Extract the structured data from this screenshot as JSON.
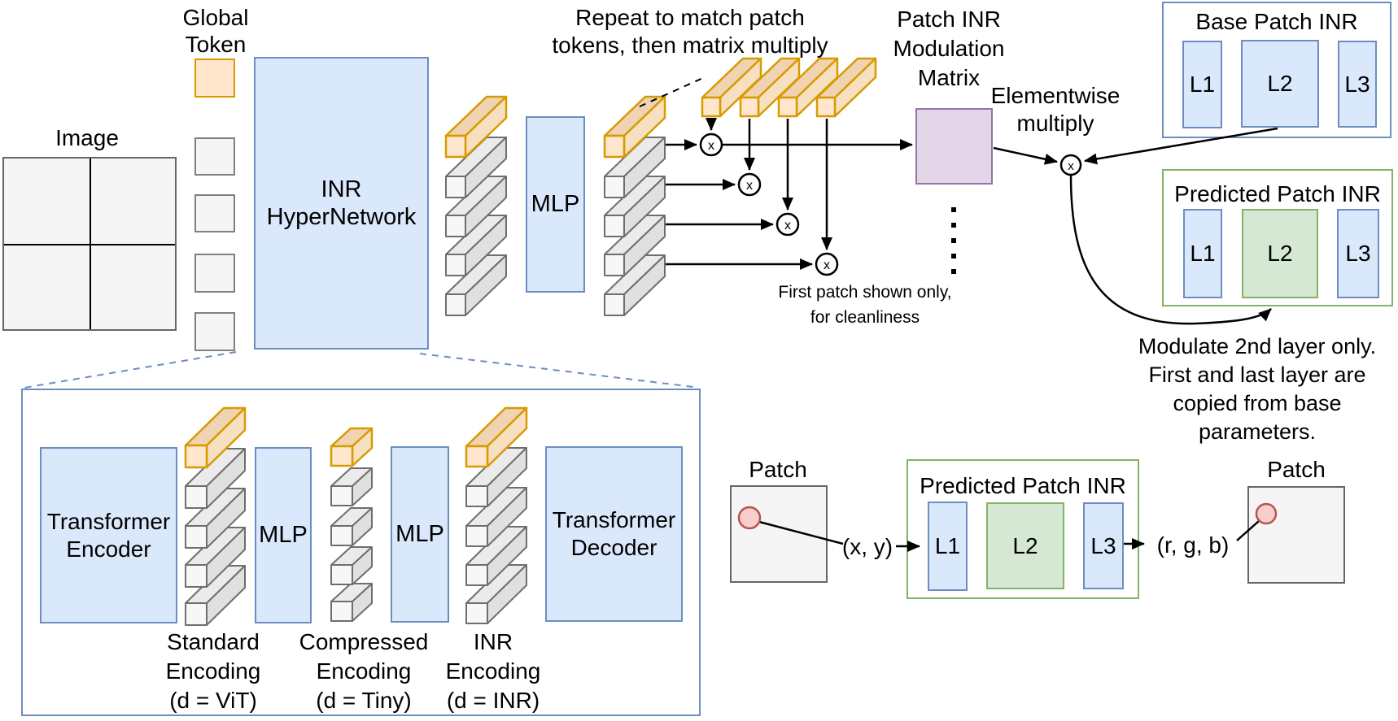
{
  "colors": {
    "blue_fill": "#dae8fc",
    "blue_stroke": "#6c8ebf",
    "orange_fill": "#ffe6cc",
    "orange_top": "#efd3b2",
    "orange_side": "#f7e0c2",
    "orange_stroke": "#d79b00",
    "purple_fill": "#e1d5e7",
    "purple_stroke": "#9673a6",
    "green_fill": "#d5e8d4",
    "green_stroke": "#82b366",
    "gray_fill": "#f5f5f5",
    "gray_token_front": "#f7f7f7",
    "gray_token_top": "#ebebeb",
    "gray_token_side": "#e0e0e0",
    "gray_token_stroke": "#6e6e6e",
    "red_fill": "#f8cecc",
    "red_stroke": "#b85450",
    "line_black": "#000000"
  },
  "top": {
    "global_token_label_line1": "Global",
    "global_token_label_line2": "Token",
    "image_label": "Image",
    "hypernetwork_line1": "INR",
    "hypernetwork_line2": "HyperNetwork",
    "mlp_label": "MLP",
    "repeat_note_line1": "Repeat to match patch",
    "repeat_note_line2": "tokens, then matrix multiply",
    "modulation_title_line1": "Patch INR",
    "modulation_title_line2": "Modulation",
    "modulation_title_line3": "Matrix",
    "elementwise_line1": "Elementwise",
    "elementwise_line2": "multiply",
    "first_patch_note_line1": "First patch shown only,",
    "first_patch_note_line2": "for cleanliness",
    "multiply_symbol": "x"
  },
  "base_patch_inr": {
    "title": "Base Patch INR",
    "layers": [
      "L1",
      "L2",
      "L3"
    ]
  },
  "predicted_patch_inr": {
    "title": "Predicted Patch INR",
    "layers": [
      "L1",
      "L2",
      "L3"
    ]
  },
  "modulate_note": {
    "line1": "Modulate 2nd layer only.",
    "line2": "First and last layer are",
    "line3": "copied from base",
    "line4": "parameters."
  },
  "detail": {
    "encoder_line1": "Transformer",
    "encoder_line2": "Encoder",
    "mlp1_label": "MLP",
    "mlp2_label": "MLP",
    "decoder_line1": "Transformer",
    "decoder_line2": "Decoder",
    "standard_encoding": {
      "line1": "Standard",
      "line2": "Encoding",
      "line3": "(d = ViT)"
    },
    "compressed_encoding": {
      "line1": "Compressed",
      "line2": "Encoding",
      "line3": "(d = Tiny)"
    },
    "inr_encoding": {
      "line1": "INR",
      "line2": "Encoding",
      "line3": "(d = INR)"
    }
  },
  "inference": {
    "patch_label_left": "Patch",
    "patch_label_right": "Patch",
    "xy_label": "(x, y)",
    "rgb_label": "(r, g, b)",
    "predicted_patch_inr": {
      "title": "Predicted Patch INR",
      "layers": [
        "L1",
        "L2",
        "L3"
      ]
    }
  }
}
